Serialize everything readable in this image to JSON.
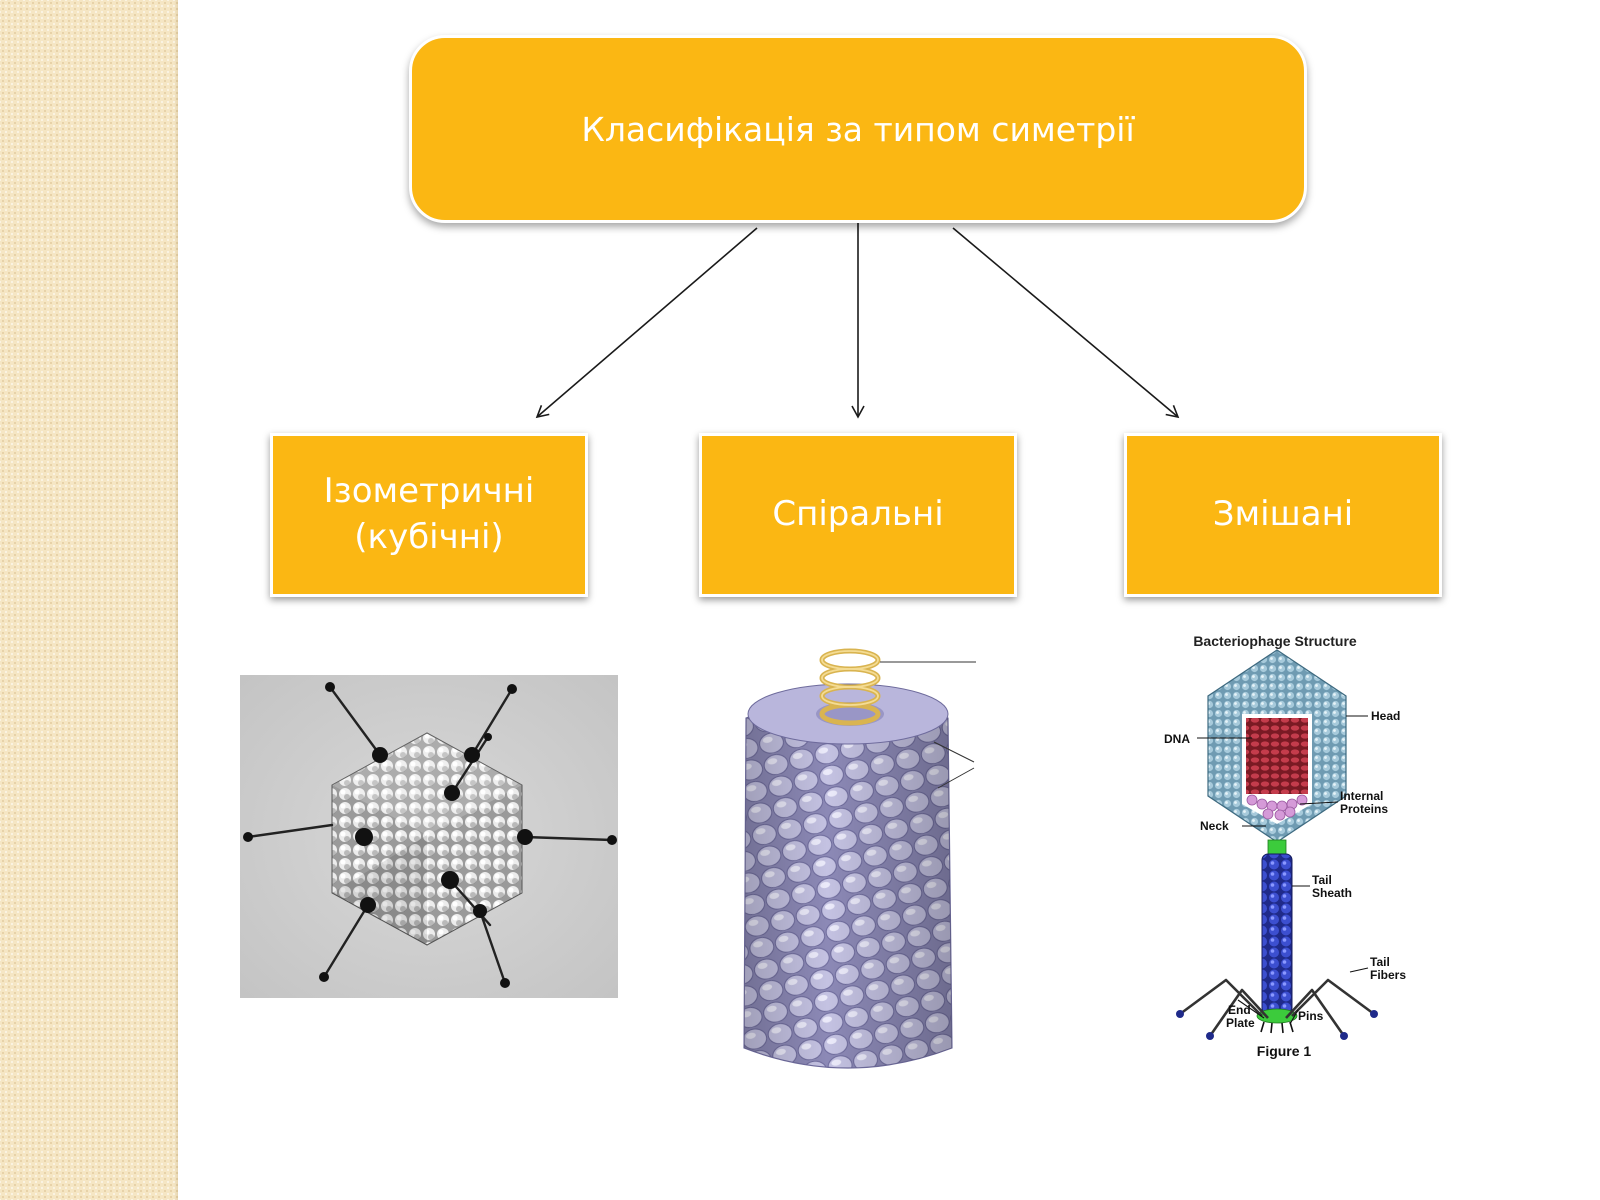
{
  "colors": {
    "box_fill": "#fbb713",
    "box_text": "#ffffff",
    "connector": "#1a1a1a"
  },
  "diagram": {
    "root": {
      "label": "Класифікація за типом симетрії"
    },
    "children": [
      {
        "label": "Ізометричні\n(кубічні)",
        "image": "icosahedral-virus-micrograph"
      },
      {
        "label": "Спіральні",
        "image": "helical-capsid-illustration"
      },
      {
        "label": "Змішані",
        "image": "bacteriophage-structure-diagram"
      }
    ],
    "edges": [
      {
        "from": "root",
        "to": "child-0"
      },
      {
        "from": "root",
        "to": "child-1"
      },
      {
        "from": "root",
        "to": "child-2"
      }
    ]
  },
  "bacteriophage": {
    "title": "Bacteriophage Structure",
    "labels": {
      "head": "Head",
      "dna": "DNA",
      "internal1": "Internal",
      "internal2": "Proteins",
      "neck": "Neck",
      "sheath1": "Tail",
      "sheath2": "Sheath",
      "fibers1": "Tail",
      "fibers2": "Fibers",
      "end1": "End",
      "end2": "Plate",
      "pins": "Pins"
    },
    "caption": "Figure 1"
  }
}
